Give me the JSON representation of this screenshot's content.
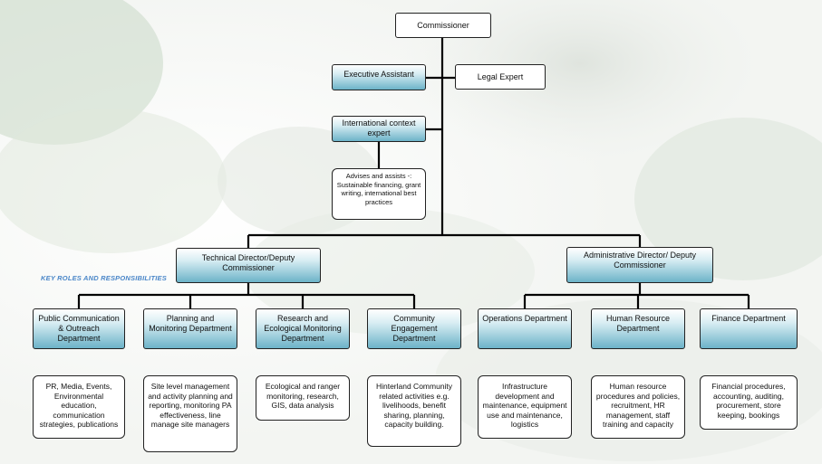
{
  "commissioner": "Commissioner",
  "executive_assistant": "Executive Assistant",
  "legal_expert": "Legal Expert",
  "international_expert": "International context expert",
  "advises": "Advises and assists -: Sustainable financing, grant writing, international best practices",
  "technical_director": "Technical Director/Deputy Commissioner",
  "administrative_director": "Administrative Director/ Deputy Commissioner",
  "key_roles": "KEY ROLES AND RESPONSIBILITIES",
  "departments": [
    {
      "name": "Public Communication & Outreach Department",
      "duties": "PR, Media, Events, Environmental education, communication strategies, publications"
    },
    {
      "name": "Planning and Monitoring Department",
      "duties": "Site level management and activity planning and reporting, monitoring PA effectiveness, line manage site managers"
    },
    {
      "name": "Research and Ecological Monitoring Department",
      "duties": "Ecological and ranger monitoring, research, GIS, data analysis"
    },
    {
      "name": "Community Engagement Department",
      "duties": "Hinterland Community related activities e.g. livelihoods, benefit sharing, planning, capacity building."
    },
    {
      "name": "Operations Department",
      "duties": "Infrastructure development and maintenance, equipment use and maintenance, logistics"
    },
    {
      "name": "Human Resource Department",
      "duties": "Human resource procedures and policies, recruitment, HR management, staff training and capacity"
    },
    {
      "name": "Finance Department",
      "duties": "Financial procedures, accounting, auditing, procurement, store keeping, bookings"
    }
  ]
}
